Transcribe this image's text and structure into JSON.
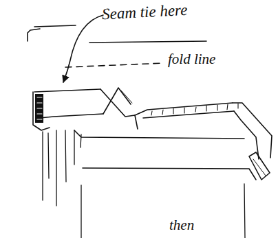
{
  "diagram": {
    "labels": [
      "Seam tie here",
      "fold line",
      "then"
    ]
  }
}
